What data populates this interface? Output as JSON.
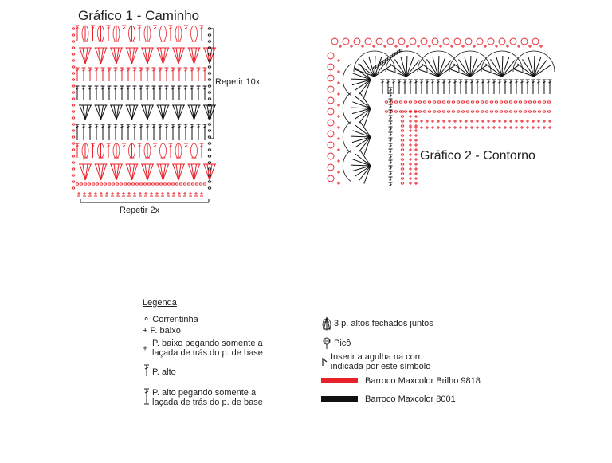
{
  "chart1": {
    "title": "Gráfico 1 - Caminho",
    "repeat_rows": "Repetir 10x",
    "repeat_cols": "Repetir 2x"
  },
  "chart2": {
    "title": "Gráfico 2 - Contorno"
  },
  "legend": {
    "title": "Legenda",
    "items": [
      {
        "icon": "chain-stitch-icon",
        "label": "Correntinha"
      },
      {
        "icon": "single-crochet-icon",
        "label": "P. baixo"
      },
      {
        "icon": "single-crochet-back-loop-icon",
        "label": "P. baixo pegando somente a\nlaçada de trás do p. de base"
      },
      {
        "icon": "double-crochet-icon",
        "label": "P. alto"
      },
      {
        "icon": "double-crochet-back-loop-icon",
        "label": "P. alto pegando somente a\nlaçada de trás do p. de base"
      },
      {
        "icon": "three-dc-cluster-icon",
        "label": "3 p. altos fechados juntos"
      },
      {
        "icon": "picot-icon",
        "label": "Picô"
      },
      {
        "icon": "insert-hook-icon",
        "label": "Inserir a agulha na corr.\nindicada por este símbolo"
      }
    ],
    "colors": [
      {
        "label": "Barroco Maxcolor Brilho 9818",
        "color": "#e8212a"
      },
      {
        "label": "Barroco Maxcolor 8001",
        "color": "#111111"
      }
    ]
  }
}
